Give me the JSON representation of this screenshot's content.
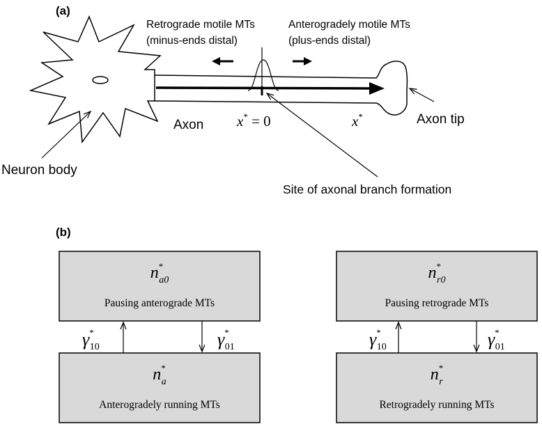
{
  "panel_a": {
    "label": "(a)",
    "retrograde_line1": "Retrograde motile MTs",
    "retrograde_line2": "(minus-ends distal)",
    "anterograde_line1": "Anterogradely motile MTs",
    "anterograde_line2": "(plus-ends distal)",
    "axon_label": "Axon",
    "axon_tip_label": "Axon tip",
    "neuron_body_label": "Neuron body",
    "branch_site_label": "Site of axonal branch formation",
    "x0_var": "x",
    "x0_sup": "*",
    "x0_eq": " = 0",
    "x_var": "x",
    "x_sup": "*"
  },
  "panel_b": {
    "label": "(b)",
    "anterograde": {
      "top_var": "n",
      "top_sup": "*",
      "top_sub": "a0",
      "top_text": "Pausing anterograde MTs",
      "bottom_var": "n",
      "bottom_sup": "*",
      "bottom_sub": "a",
      "bottom_text": "Anterogradely running MTs",
      "rate_up_var": "γ",
      "rate_up_sup": "*",
      "rate_up_sub": "10",
      "rate_down_var": "γ",
      "rate_down_sup": "*",
      "rate_down_sub": "01"
    },
    "retrograde": {
      "top_var": "n",
      "top_sup": "*",
      "top_sub": "r0",
      "top_text": "Pausing retrograde MTs",
      "bottom_var": "n",
      "bottom_sup": "*",
      "bottom_sub": "r",
      "bottom_text": "Retrogradely running MTs",
      "rate_up_var": "γ",
      "rate_up_sup": "*",
      "rate_up_sub": "10",
      "rate_down_var": "γ",
      "rate_down_sup": "*",
      "rate_down_sub": "01"
    }
  },
  "colors": {
    "box_fill": "#d9d9d9",
    "stroke": "#000000"
  }
}
